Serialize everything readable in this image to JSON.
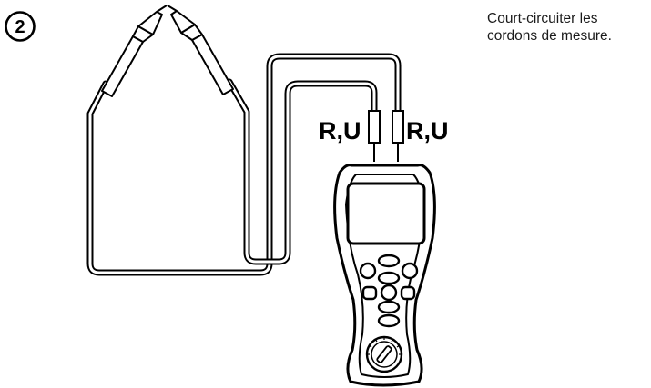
{
  "step": {
    "number": "2"
  },
  "instruction": {
    "line1": "Court-circuiter les",
    "line2": "cordons de mesure."
  },
  "terminals": {
    "left_label": "R,U",
    "right_label": "R,U"
  },
  "icons": {
    "step": "circled-number-icon",
    "probes": "test-probe-icon",
    "device": "multimeter-device-icon",
    "dial": "rotary-dial-icon"
  }
}
